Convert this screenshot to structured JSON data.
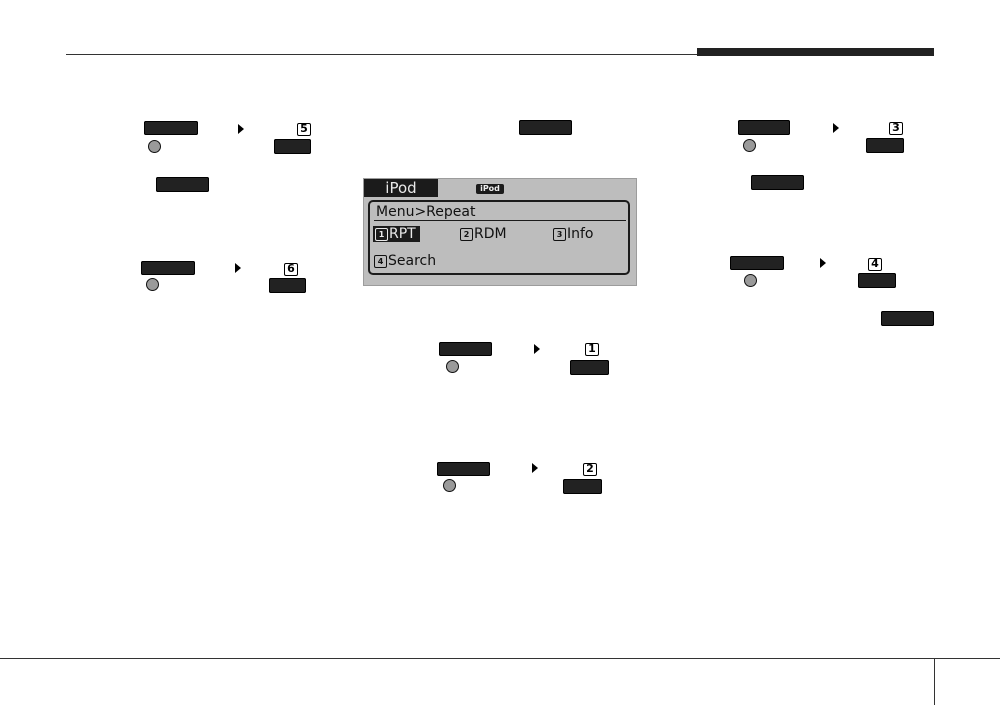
{
  "screen": {
    "tab_label": "iPod",
    "badge_label": "iPod",
    "title": "Menu>Repeat",
    "options": [
      {
        "num": "1",
        "label": "RPT",
        "selected": true
      },
      {
        "num": "2",
        "label": "RDM",
        "selected": false
      },
      {
        "num": "3",
        "label": "Info",
        "selected": false
      },
      {
        "num": "4",
        "label": "Search",
        "selected": false
      }
    ]
  },
  "steps": {
    "left_top_num": "5",
    "left_bottom_num": "6",
    "middle_top_num": "1",
    "middle_bottom_num": "2",
    "right_top_num": "3",
    "right_bottom_num": "4"
  },
  "colors": {
    "ink": "#222222",
    "screen_bg": "#bdbdbd",
    "knob": "#9a9a9a"
  }
}
